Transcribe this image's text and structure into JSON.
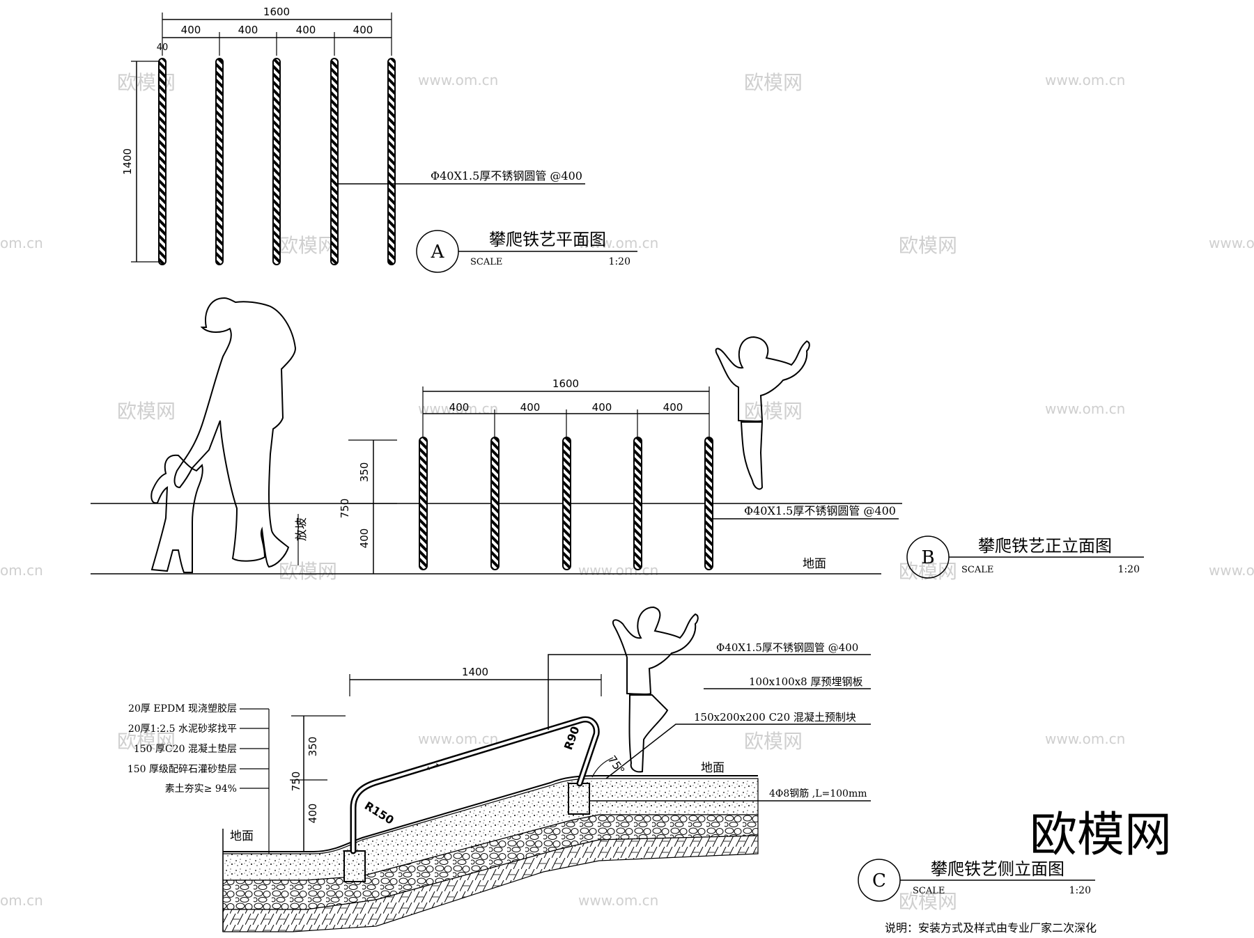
{
  "plan": {
    "dim_total": "1600",
    "dim_segments": [
      "400",
      "400",
      "400",
      "400"
    ],
    "dim_pipe": "40",
    "dim_height": "1400",
    "pipe_note": "Φ40X1.5厚不锈钢圆管 @400",
    "marker": "A",
    "title": "攀爬铁艺平面图",
    "scale_label": "SCALE",
    "scale_value": "1:20"
  },
  "front": {
    "dim_total": "1600",
    "dim_segments": [
      "400",
      "400",
      "400",
      "400"
    ],
    "dim_upper": "350",
    "dim_total_h": "750",
    "dim_lower": "400",
    "slope_label": "放坡",
    "pipe_note": "Φ40X1.5厚不锈钢圆管 @400",
    "ground_label": "地面",
    "marker": "B",
    "title": "攀爬铁艺正立面图",
    "scale_label": "SCALE",
    "scale_value": "1:20"
  },
  "side": {
    "dim_length": "1400",
    "dim_upper": "350",
    "dim_total_h": "750",
    "dim_lower": "400",
    "radius_top": "R90",
    "radius_bottom": "R150",
    "angle": "75°",
    "layers": [
      "20厚 EPDM 现浇塑胶层",
      "20厚1:2.5 水泥砂浆找平",
      "150 厚C20 混凝土垫层",
      "150 厚级配碎石灌砂垫层",
      "素土夯实≥   94%"
    ],
    "callouts": [
      "Φ40X1.5厚不锈钢圆管 @400",
      "100x100x8  厚预埋钢板",
      "150x200x200     C20 混凝土预制块",
      "4Φ8钢筋 ,L=100mm"
    ],
    "ground_left": "地面",
    "ground_right": "地面",
    "marker": "C",
    "title": "攀爬铁艺侧立面图",
    "scale_label": "SCALE",
    "scale_value": "1:20"
  },
  "note": "说明：安装方式及样式由专业厂家二次深化",
  "brand_logo": "欧模网",
  "watermarks": {
    "site": "www.om.cn",
    "site_short": "om.cn",
    "brand": "欧模网"
  },
  "colors": {
    "line": "#000000",
    "watermark": "#cfcfcf"
  }
}
